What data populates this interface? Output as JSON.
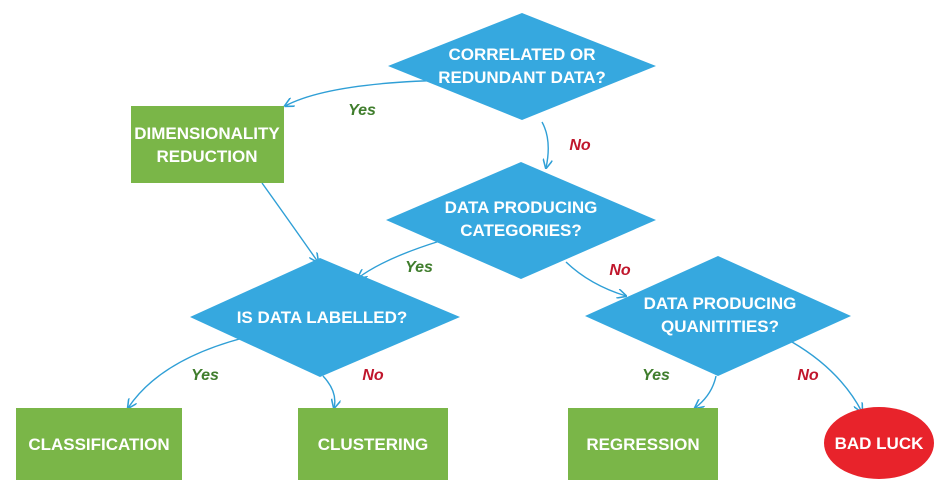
{
  "colors": {
    "decision": "#36a8df",
    "process": "#7ab648",
    "terminal": "#e8232b",
    "edge": "#2f9fd6",
    "yes": "#3f7d2c",
    "no": "#c0162c",
    "text": "#ffffff"
  },
  "nodes": {
    "correlated": {
      "line1": "CORRELATED OR",
      "line2": "REDUNDANT DATA?"
    },
    "dimensionality": {
      "line1": "DIMENSIONALITY",
      "line2": "REDUCTION"
    },
    "categories": {
      "line1": "DATA PRODUCING",
      "line2": "CATEGORIES?"
    },
    "labelled": {
      "line1": "IS DATA LABELLED?"
    },
    "quantities": {
      "line1": "DATA PRODUCING",
      "line2": "QUANITITIES?"
    },
    "classification": {
      "line1": "CLASSIFICATION"
    },
    "clustering": {
      "line1": "CLUSTERING"
    },
    "regression": {
      "line1": "REGRESSION"
    },
    "badluck": {
      "line1": "BAD LUCK"
    }
  },
  "edges": {
    "correlated_yes": "Yes",
    "correlated_no": "No",
    "categories_yes": "Yes",
    "categories_no": "No",
    "labelled_yes": "Yes",
    "labelled_no": "No",
    "quantities_yes": "Yes",
    "quantities_no": "No"
  }
}
